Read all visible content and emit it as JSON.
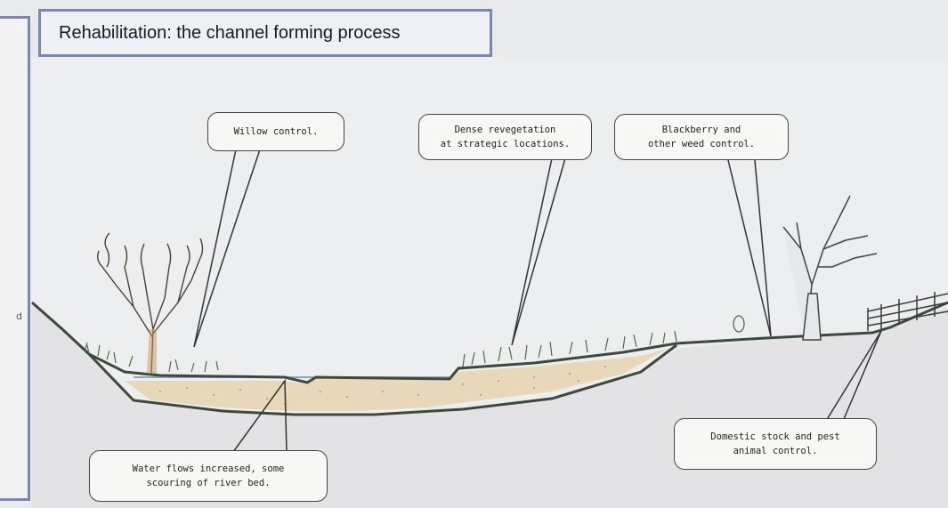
{
  "title": "Rehabilitation: the channel forming process",
  "left_panel": {
    "fragment": "d"
  },
  "callouts": {
    "willow": "Willow control.",
    "revegetation": "Dense revegetation\nat strategic locations.",
    "blackberry": "Blackberry and\nother weed control.",
    "water": "Water flows increased, some\nscouring of river bed.",
    "stock": "Domestic stock and pest\nanimal control."
  },
  "colors": {
    "frame": "#7b86b2",
    "sediment": "#e8dcc0",
    "ground_line": "#3c4a3c",
    "vegetation": "#4f6b45"
  }
}
